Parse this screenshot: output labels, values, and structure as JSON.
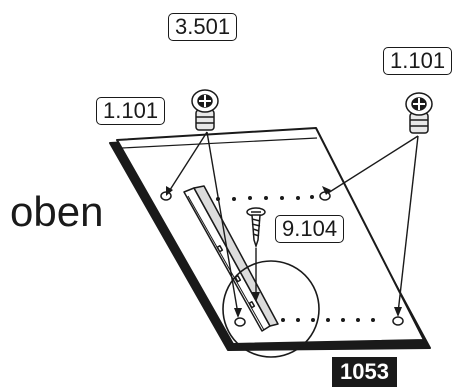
{
  "labels": {
    "part_top": "3.501",
    "cam_right": "1.101",
    "cam_left": "1.101",
    "screw": "9.104"
  },
  "orientation_word": "oben",
  "badge": "1053",
  "colors": {
    "ink": "#1a1a1a",
    "panel": "#ffffff",
    "badge_bg": "#1a1a1a",
    "badge_text": "#ffffff"
  }
}
